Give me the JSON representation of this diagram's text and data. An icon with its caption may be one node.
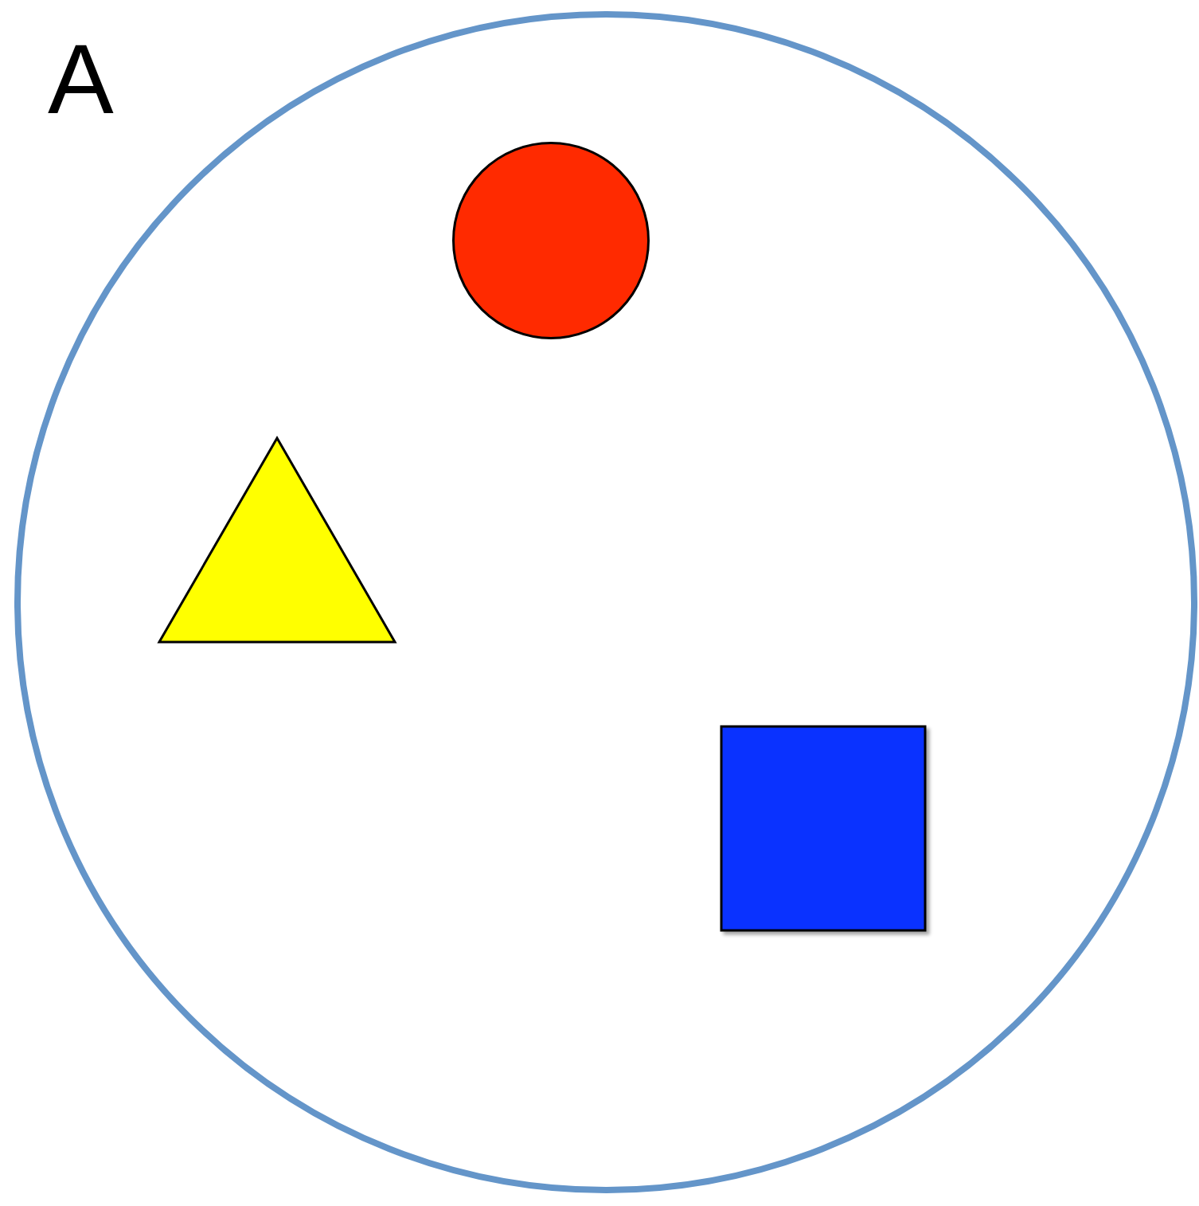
{
  "diagram": {
    "nodes": [
      {
        "text": [],
        "shape": "circle"
      },
      {
        "text": [],
        "shape": "circle",
        "in": 0
      },
      {
        "text": [],
        "shape": "triangle",
        "in": 0
      },
      {
        "text": [],
        "shape": "box",
        "in": 0
      }
    ],
    "labels": [
      "A"
    ]
  }
}
